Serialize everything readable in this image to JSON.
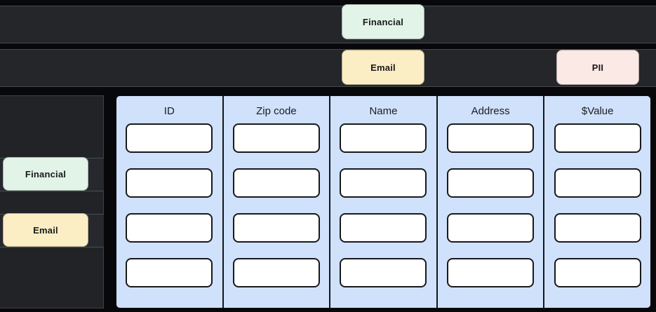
{
  "theme": {
    "page_background": "#08080a",
    "row_background": "#24262a",
    "row_border": "#45484e",
    "table_background": "#cfe1fb",
    "cell_background": "#ffffff",
    "cell_border": "#18191c",
    "chip_financial_color": "#e2f3e8",
    "chip_email_color": "#fbeec4",
    "chip_pii_color": "#fbe9e6",
    "chip_text_color": "#191a1c"
  },
  "top_rows": [
    {
      "name": "row-1",
      "chips": [
        {
          "label": "Financial",
          "kind": "financial"
        }
      ]
    },
    {
      "name": "row-2",
      "chips": [
        {
          "label": "Email",
          "kind": "email"
        },
        {
          "label": "PII",
          "kind": "pii"
        }
      ]
    }
  ],
  "sidebar": {
    "chips": [
      {
        "label": "Financial",
        "kind": "financial"
      },
      {
        "label": "Email",
        "kind": "email"
      }
    ]
  },
  "table": {
    "columns": [
      {
        "header": "ID"
      },
      {
        "header": "Zip code"
      },
      {
        "header": "Name"
      },
      {
        "header": "Address"
      },
      {
        "header": "$Value"
      }
    ],
    "row_count": 4,
    "cell_values": [
      [
        "",
        "",
        "",
        "",
        ""
      ],
      [
        "",
        "",
        "",
        "",
        ""
      ],
      [
        "",
        "",
        "",
        "",
        ""
      ],
      [
        "",
        "",
        "",
        "",
        ""
      ]
    ]
  }
}
